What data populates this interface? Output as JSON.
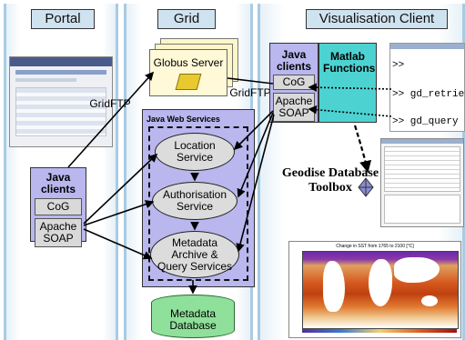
{
  "columns": {
    "portal": "Portal",
    "grid": "Grid",
    "client": "Visualisation Client"
  },
  "portal_box": {
    "title": "Java clients",
    "cog": "CoG",
    "soap": "Apache SOAP"
  },
  "grid": {
    "globus": "Globus Server",
    "gridftp_left": "GridFTP",
    "gridftp_right": "GridFTP",
    "jws": "Java Web Services",
    "location": "Location Service",
    "auth": "Authorisation Service",
    "meta": "Metadata Archive & Query Services",
    "db": "Metadata Database"
  },
  "client": {
    "java_title": "Java clients",
    "cog": "CoG",
    "soap": "Apache SOAP",
    "matlab": "Matlab Functions",
    "prompt1": ">>",
    "prompt2": ">> gd_retrieve",
    "prompt3": ">> gd_query",
    "toolbox": "Geodise Database Toolbox"
  },
  "map": {
    "title": "Change in SST from 1765 to 2100 [°C]"
  }
}
